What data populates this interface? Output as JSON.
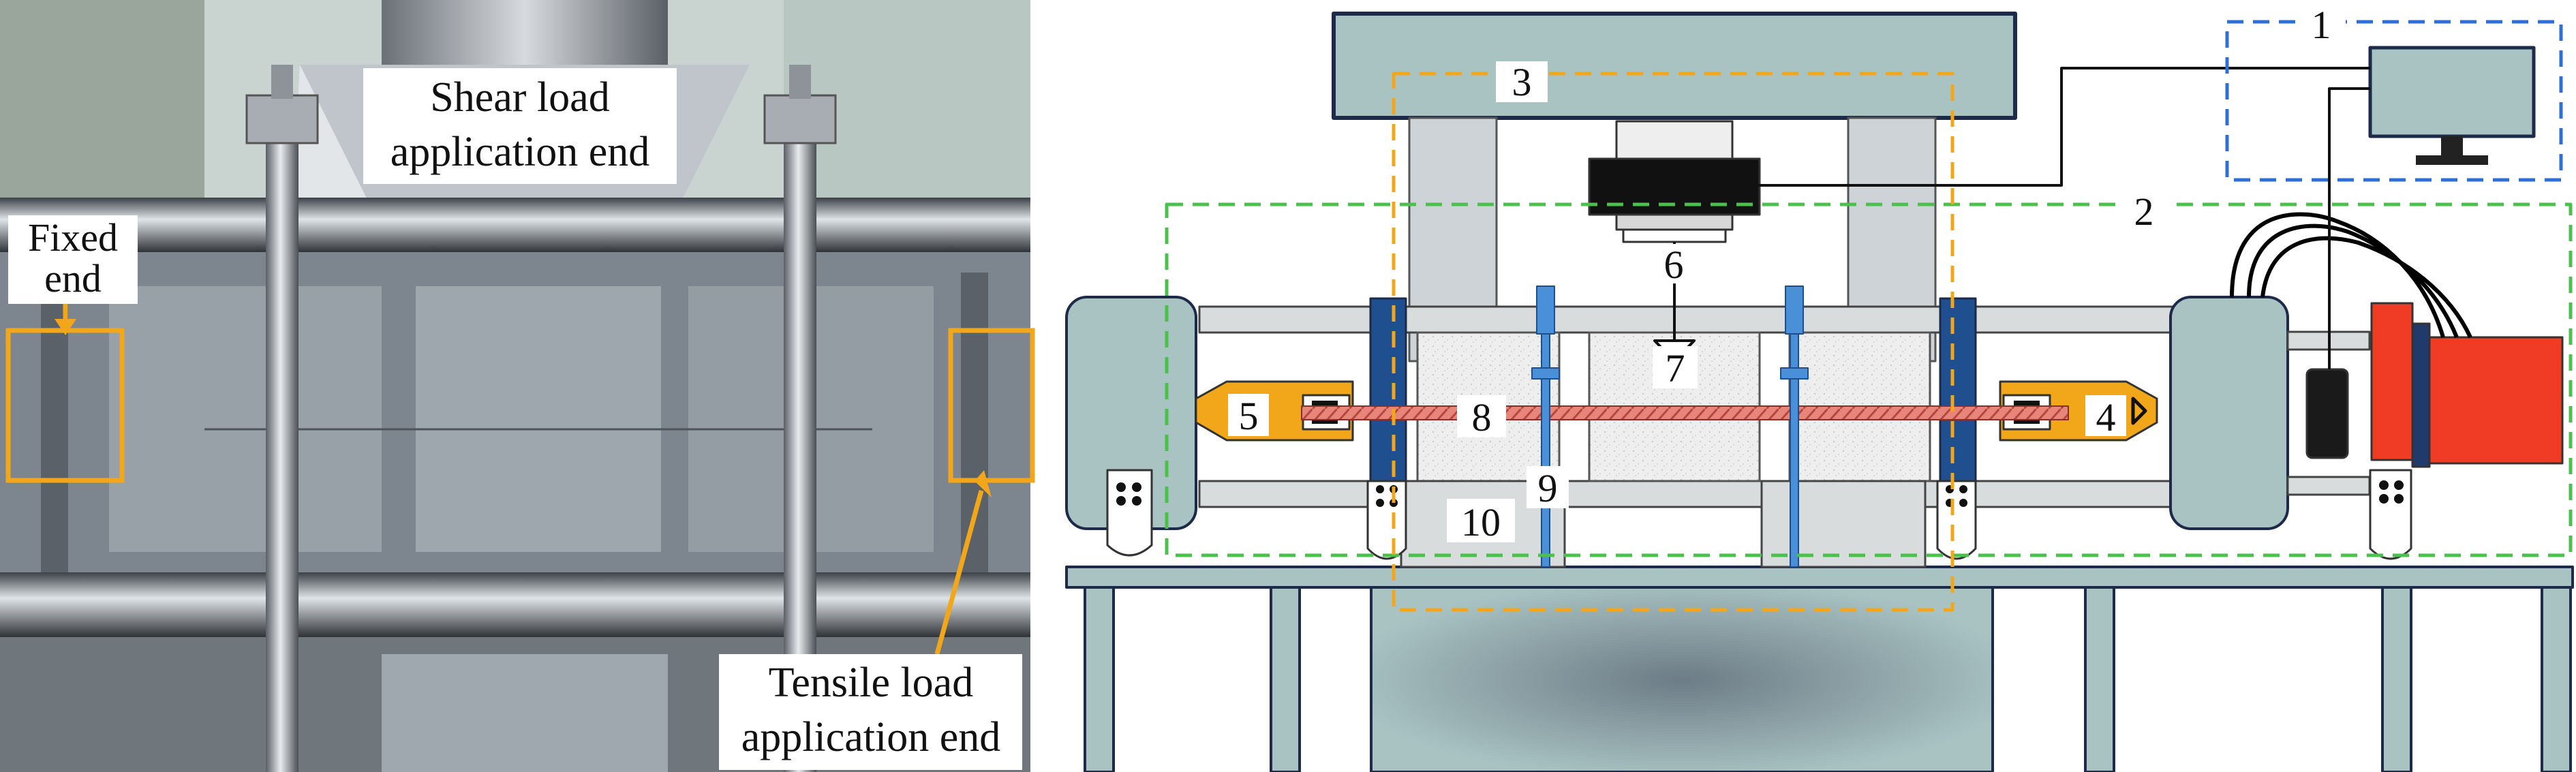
{
  "photo": {
    "shear_label_line1": "Shear load",
    "shear_label_line2": "application end",
    "fixed_label_line1": "Fixed",
    "fixed_label_line2": "end",
    "tensile_label_line1": "Tensile load",
    "tensile_label_line2": "application end"
  },
  "schematic": {
    "callouts": [
      "1",
      "2",
      "3",
      "4",
      "5",
      "6",
      "7",
      "8",
      "9",
      "10"
    ]
  },
  "colors": {
    "frame": "#a9c3c3",
    "frame_stroke": "#1d2a4a",
    "orange": "#f2a71b",
    "navy": "#1f4f8f",
    "blue_rod": "#4a90d9",
    "red_actuator": "#f03c24",
    "rebar": "#e8857a",
    "concrete": "#ededed",
    "box_blue": "#2f6fd8",
    "box_green": "#4cc04c",
    "box_orange": "#f2a71b"
  }
}
